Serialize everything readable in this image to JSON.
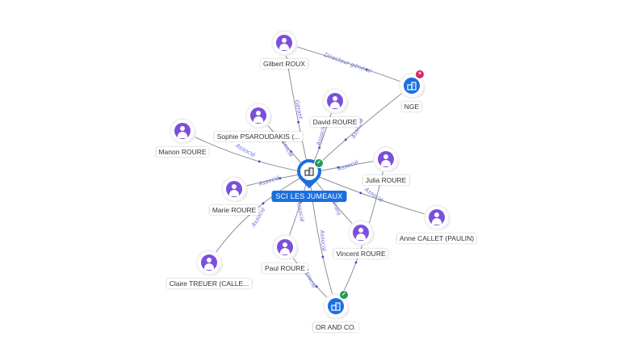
{
  "central": {
    "name": "SCI LES JUMEAUX",
    "status": "active",
    "icon": "building-icon"
  },
  "people": [
    {
      "id": "gilbert",
      "name": "Gilbert ROUX",
      "icon": "person-icon"
    },
    {
      "id": "david",
      "name": "David ROURE",
      "icon": "person-icon"
    },
    {
      "id": "sophie",
      "name": "Sophie PSAROUDAKIS (...",
      "icon": "person-icon"
    },
    {
      "id": "manon",
      "name": "Manon ROURE",
      "icon": "person-icon"
    },
    {
      "id": "marie",
      "name": "Marie ROURE",
      "icon": "person-icon"
    },
    {
      "id": "julia",
      "name": "Julia ROURE",
      "icon": "person-icon"
    },
    {
      "id": "anne",
      "name": "Anne CALLET (PAULIN)",
      "icon": "person-icon"
    },
    {
      "id": "vincent",
      "name": "Vincent ROURE",
      "icon": "person-icon"
    },
    {
      "id": "paul",
      "name": "Paul ROURE",
      "icon": "person-icon"
    },
    {
      "id": "claire",
      "name": "Claire TREUER (CALLE...",
      "icon": "person-icon"
    }
  ],
  "companies": [
    {
      "id": "nge",
      "name": "NGE",
      "status": "closed",
      "icon": "building-icon"
    },
    {
      "id": "orand",
      "name": "OR AND CO.",
      "status": "active",
      "icon": "building-icon"
    }
  ],
  "edges": [
    {
      "from": "gilbert",
      "to": "central",
      "label": "Gérant"
    },
    {
      "from": "gilbert",
      "to": "nge",
      "label": "Directeur général"
    },
    {
      "from": "nge",
      "to": "central",
      "label": "Associé"
    },
    {
      "from": "david",
      "to": "central",
      "label": "Associé"
    },
    {
      "from": "sophie",
      "to": "central",
      "label": "Associé"
    },
    {
      "from": "manon",
      "to": "central",
      "label": "Associé"
    },
    {
      "from": "marie",
      "to": "central",
      "label": "Associé"
    },
    {
      "from": "julia",
      "to": "central",
      "label": "Associé"
    },
    {
      "from": "anne",
      "to": "central",
      "label": "Associé"
    },
    {
      "from": "vincent",
      "to": "central",
      "label": "Gérant"
    },
    {
      "from": "paul",
      "to": "central",
      "label": "Associé"
    },
    {
      "from": "claire",
      "to": "central",
      "label": "Associé"
    },
    {
      "from": "central",
      "to": "orand",
      "label": "Associé"
    },
    {
      "from": "paul",
      "to": "orand",
      "label": "Associé"
    },
    {
      "from": "julia",
      "to": "orand",
      "label": ""
    }
  ],
  "colors": {
    "person": "#7b4fdc",
    "company": "#1a6fe0",
    "active": "#1f9d55",
    "closed": "#e0245e",
    "edge_label": "#6b6fd6"
  }
}
